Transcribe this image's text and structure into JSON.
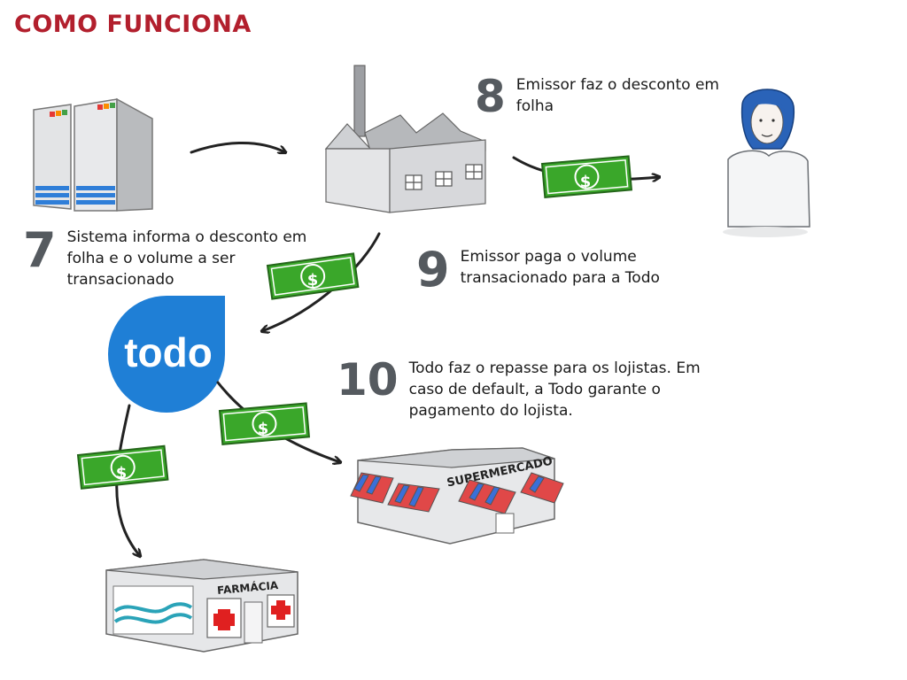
{
  "title": "COMO FUNCIONA",
  "steps": [
    {
      "number": "7",
      "text": "Sistema informa o desconto em\nfolha e o volume a ser\ntransacionado"
    },
    {
      "number": "8",
      "text": "Emissor faz o desconto em\nfolha"
    },
    {
      "number": "9",
      "text": "Emissor paga o volume\ntransacionado para a Todo"
    },
    {
      "number": "10",
      "text": "Todo faz o repasse para os lojistas. Em\ncaso de default, a Todo garante o\npagamento do lojista."
    }
  ],
  "logo_text": "todo",
  "money_symbol": "$",
  "stores": {
    "supermarket": "SUPERMERCADO",
    "pharmacy": "FARMÁCIA"
  },
  "colors": {
    "title": "#b21f2d",
    "todo_blue": "#1f7fd6",
    "money": "#3aa72a",
    "number": "#555a5f"
  },
  "icons": [
    "server-icon",
    "factory-icon",
    "person-icon",
    "todo-logo",
    "money-bill-icon",
    "supermarket-icon",
    "pharmacy-icon",
    "arrow-icon"
  ]
}
